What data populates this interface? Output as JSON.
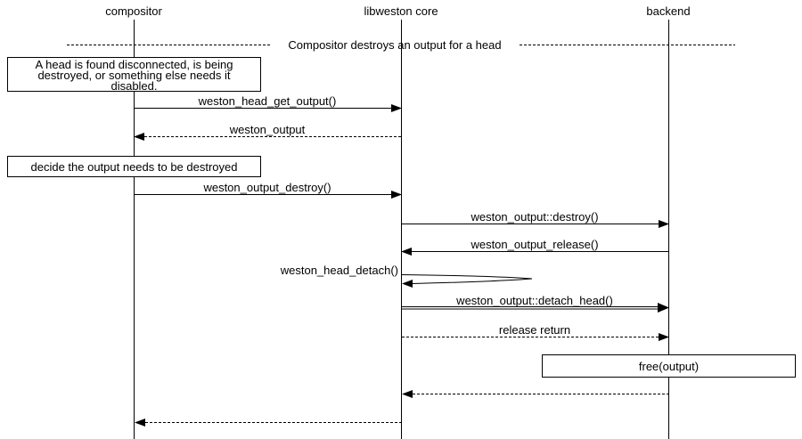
{
  "participants": [
    {
      "label": "compositor"
    },
    {
      "label": "libweston core"
    },
    {
      "label": "backend"
    }
  ],
  "divider": {
    "label": "Compositor destroys an output for a head"
  },
  "notes": {
    "condition": [
      "A head is found disconnected, is being",
      "destroyed, or something else needs it",
      "disabled."
    ],
    "decide": "decide the output needs to be destroyed",
    "free": "free(output)"
  },
  "messages": {
    "get_output": "weston_head_get_output()",
    "return_output": "weston_output",
    "output_destroy": "weston_output_destroy()",
    "backend_destroy": "weston_output::destroy()",
    "output_release": "weston_output_release()",
    "head_detach": "weston_head_detach()",
    "backend_detach_head": "weston_output::detach_head()",
    "release_return": "release return"
  },
  "colors": {
    "line": "#000000",
    "background": "#ffffff"
  }
}
